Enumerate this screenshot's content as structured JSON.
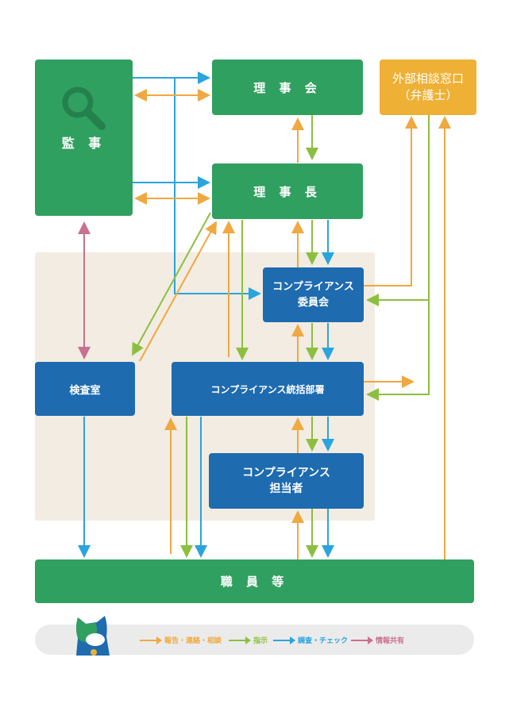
{
  "nodes": {
    "kanji": "監 事",
    "rijikai": "理 事 会",
    "gaibu_line1": "外部相談窓口",
    "gaibu_line2": "（弁護士）",
    "rijicho": "理 事 長",
    "iinkai_line1": "コンプライアンス",
    "iinkai_line2": "委員会",
    "kensa": "検査室",
    "tokatsu": "コンプライアンス統括部署",
    "tanto_line1": "コンプライアンス",
    "tanto_line2": "担当者",
    "shokuin": "職 員 等"
  },
  "legend": [
    {
      "label": "報告・連絡・相談",
      "color": "#f0a840"
    },
    {
      "label": "指示",
      "color": "#8cbf40"
    },
    {
      "label": "調査・チェック",
      "color": "#2aa4dc"
    },
    {
      "label": "情報共有",
      "color": "#c87090"
    }
  ],
  "colors": {
    "green": "#30a060",
    "blue": "#1e6bb0",
    "orange": "#eeb035",
    "beige": "#f2ece2"
  }
}
